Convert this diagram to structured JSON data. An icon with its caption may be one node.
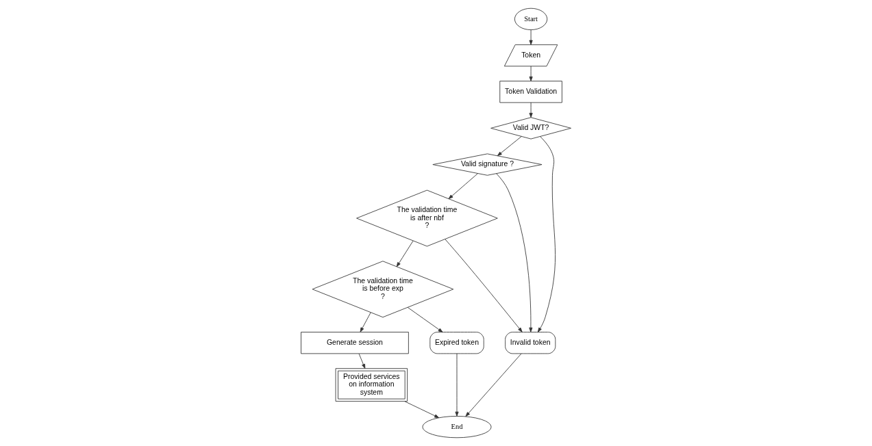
{
  "diagram": {
    "nodes": [
      {
        "text": [
          "Start"
        ]
      },
      {
        "text": [
          "Token"
        ]
      },
      {
        "text": [
          "Token Validation"
        ]
      },
      {
        "text": [
          "Valid JWT?"
        ]
      },
      {
        "text": [
          "Valid signature ?"
        ]
      },
      {
        "text": [
          "The validation time is after nbf ?"
        ]
      },
      {
        "text": [
          "Invalid token"
        ]
      },
      {
        "text": [
          "The validation time is before exp ?"
        ]
      },
      {
        "text": [
          "Generate session"
        ]
      },
      {
        "text": [
          "Provided services on information system"
        ]
      },
      {
        "text": [
          "Expired token"
        ]
      },
      {
        "text": [
          "End"
        ]
      }
    ],
    "edges": [
      {
        "from": 0,
        "to": 1,
        "arrow": "to"
      },
      {
        "from": 1,
        "to": 2,
        "arrow": "to"
      },
      {
        "from": 2,
        "to": 3,
        "arrow": "to"
      },
      {
        "from": 3,
        "to": 4,
        "arrow": "to"
      },
      {
        "from": 3,
        "to": 6,
        "arrow": "to"
      },
      {
        "from": 4,
        "to": 5,
        "arrow": "to"
      },
      {
        "from": 4,
        "to": 6,
        "arrow": "to"
      },
      {
        "from": 5,
        "to": 6,
        "arrow": "to"
      },
      {
        "from": 5,
        "to": 7,
        "arrow": "to"
      },
      {
        "from": 7,
        "to": 8,
        "arrow": "to"
      },
      {
        "from": 7,
        "to": 10,
        "arrow": "to"
      },
      {
        "from": 8,
        "to": 9,
        "arrow": "to"
      },
      {
        "from": 9,
        "to": 11,
        "arrow": "to"
      },
      {
        "from": 10,
        "to": 11,
        "arrow": "to"
      },
      {
        "from": 6,
        "to": 11,
        "arrow": "to"
      }
    ]
  }
}
